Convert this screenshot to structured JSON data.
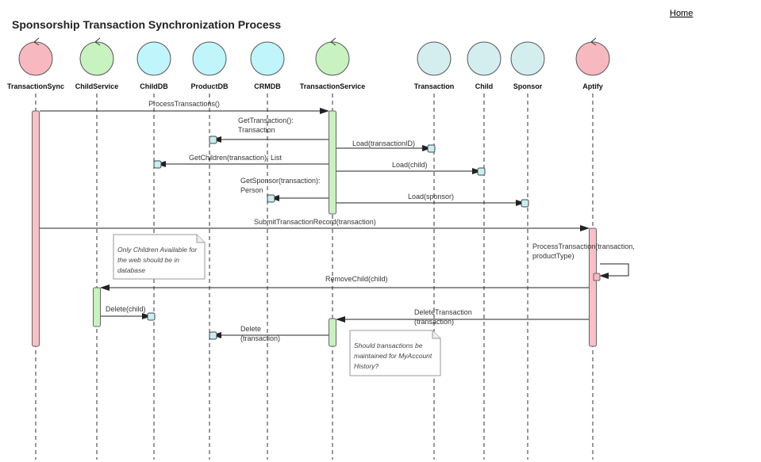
{
  "page": {
    "home_link": "Home",
    "title": "Sponsorship Transaction Synchronization Process"
  },
  "colors": {
    "control": "#f8b8c0",
    "service": "#c8f2c0",
    "db": "#bff5fb",
    "entity": "#d4eef0",
    "activation_pink": "#f8c0c8",
    "activation_green": "#c8f2c0",
    "endpoint": "#c8eef4"
  },
  "lifelines": [
    {
      "name": "TransactionSync",
      "kind": "control",
      "icon": "control-icon"
    },
    {
      "name": "ChildService",
      "kind": "service",
      "icon": "control-icon"
    },
    {
      "name": "ChildDB",
      "kind": "db",
      "icon": "entity-icon"
    },
    {
      "name": "ProductDB",
      "kind": "db",
      "icon": "entity-icon"
    },
    {
      "name": "CRMDB",
      "kind": "db",
      "icon": "entity-icon"
    },
    {
      "name": "TransactionService",
      "kind": "service",
      "icon": "control-icon"
    },
    {
      "name": "Transaction",
      "kind": "entity",
      "icon": "entity-icon"
    },
    {
      "name": "Child",
      "kind": "entity",
      "icon": "entity-icon"
    },
    {
      "name": "Sponsor",
      "kind": "entity",
      "icon": "entity-icon"
    },
    {
      "name": "Aptify",
      "kind": "control",
      "icon": "control-icon"
    }
  ],
  "messages": [
    {
      "from": "TransactionSync",
      "to": "TransactionService",
      "lines": [
        "ProcessTransactions()"
      ]
    },
    {
      "from": "TransactionService",
      "to": "ProductDB",
      "lines": [
        "GetTransaction():",
        "Transaction"
      ]
    },
    {
      "from": "TransactionService",
      "to": "Transaction",
      "lines": [
        "Load(transactionID)"
      ]
    },
    {
      "from": "TransactionService",
      "to": "ChildDB",
      "lines": [
        "GetChildren(transaction): List"
      ]
    },
    {
      "from": "TransactionService",
      "to": "Child",
      "lines": [
        "Load(child)"
      ]
    },
    {
      "from": "TransactionService",
      "to": "CRMDB",
      "lines": [
        "GetSponsor(transaction):",
        "Person"
      ]
    },
    {
      "from": "TransactionService",
      "to": "Sponsor",
      "lines": [
        "Load(sponsor)"
      ]
    },
    {
      "from": "TransactionSync",
      "to": "Aptify",
      "lines": [
        "SubmitTransactionRecord(transaction)"
      ]
    },
    {
      "from": "Aptify",
      "to": "Aptify",
      "lines": [
        "ProcessTransaction(transaction,",
        "productType)"
      ]
    },
    {
      "from": "Aptify",
      "to": "ChildService",
      "lines": [
        "RemoveChild(child)"
      ]
    },
    {
      "from": "ChildService",
      "to": "ChildDB",
      "lines": [
        "Delete(child)"
      ]
    },
    {
      "from": "Aptify",
      "to": "TransactionService",
      "lines": [
        "DeleteTransaction",
        "(transaction)"
      ]
    },
    {
      "from": "TransactionService",
      "to": "ProductDB",
      "lines": [
        "Delete",
        "(transaction)"
      ]
    }
  ],
  "notes": [
    {
      "lines": [
        "Only Children Available for",
        "the web should be in",
        "database"
      ]
    },
    {
      "lines": [
        "Should transactions be",
        "maintained for MyAccount",
        "History?"
      ]
    }
  ]
}
